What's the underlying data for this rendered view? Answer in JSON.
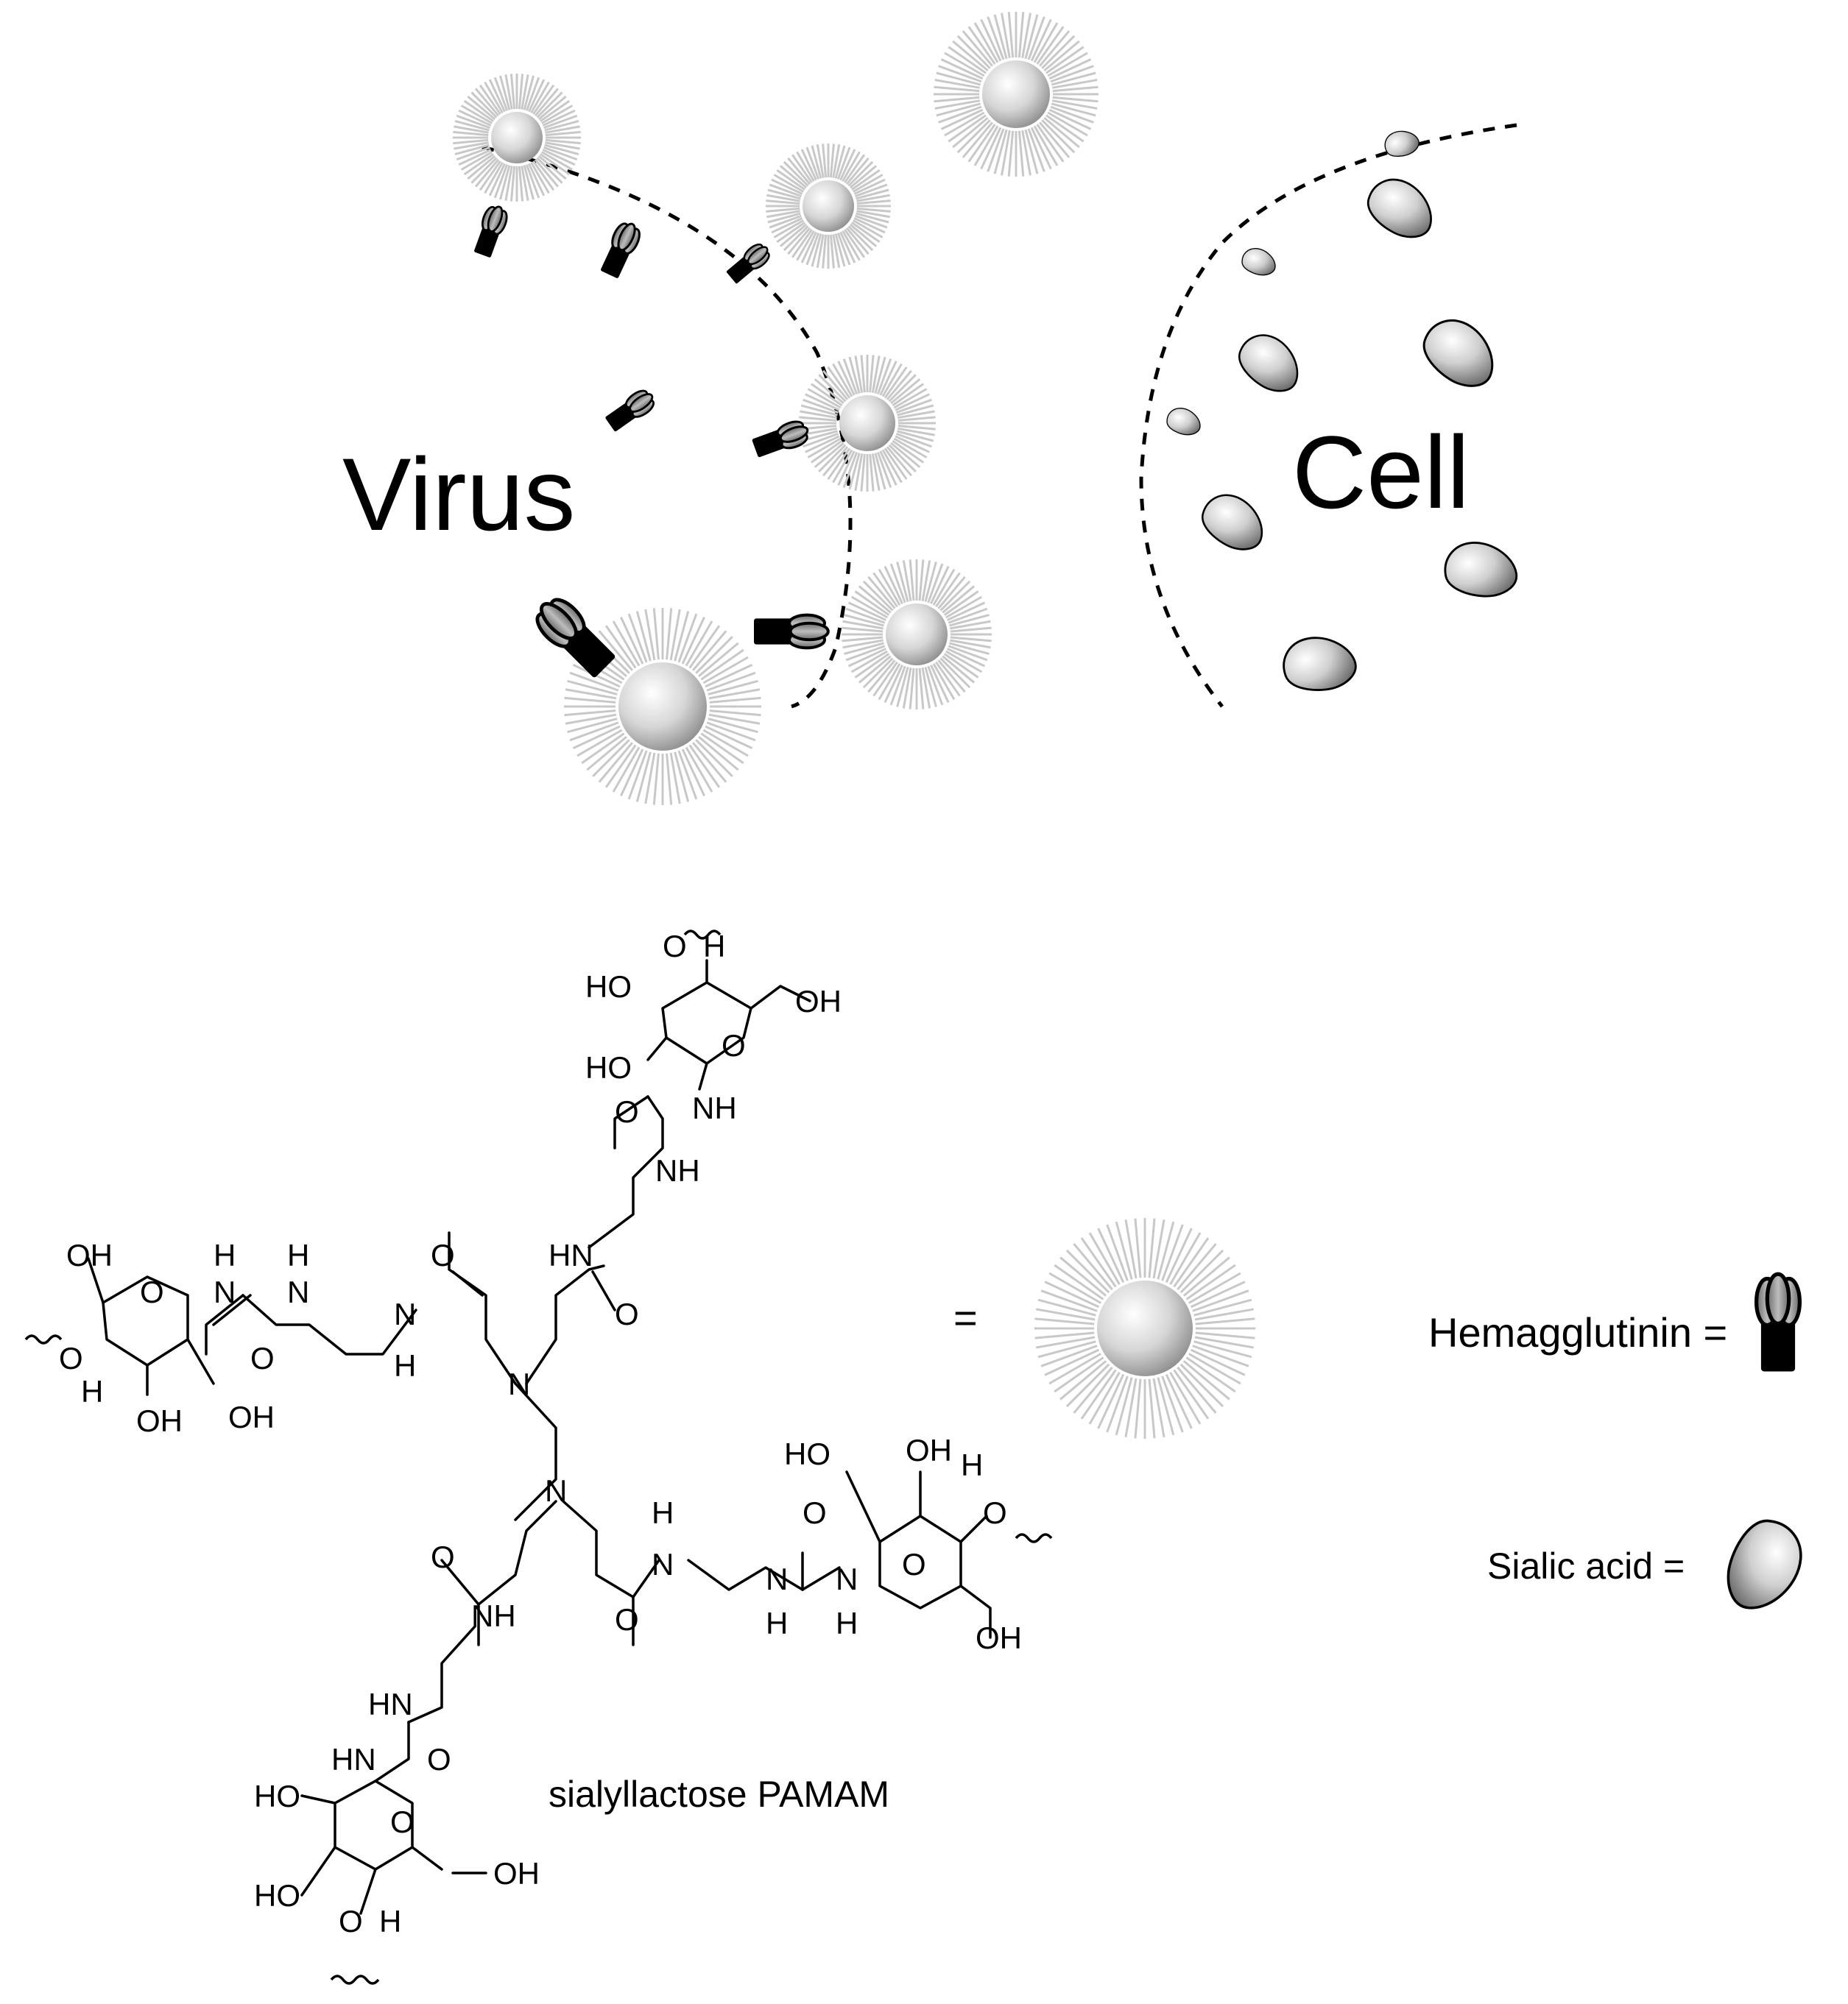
{
  "labels": {
    "virus": "Virus",
    "cell": "Cell",
    "equals": "=",
    "hemagglutinin_legend": "Hemagglutinin =",
    "sialic_legend": "Sialic acid =",
    "caption": "sialyllactose PAMAM"
  },
  "atoms": {
    "OH": "OH",
    "HO": "HO",
    "O": "O",
    "H": "H",
    "N": "N",
    "NH": "NH",
    "HN": "HN"
  },
  "icons": {
    "dendrimer": "dendrimer-sphere-icon",
    "hemagglutinin": "hemagglutinin-icon",
    "sialic_acid": "sialic-acid-icon"
  },
  "colors": {
    "sphere_light": "#ffffff",
    "sphere_dark": "#9a9a9a",
    "spike": "#c8c8c8",
    "ink": "#000000"
  }
}
